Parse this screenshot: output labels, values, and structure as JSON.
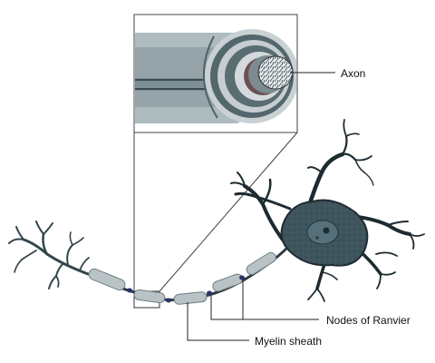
{
  "labels": {
    "axon": "Axon",
    "nodes": "Nodes of Ranvier",
    "myelin": "Myelin sheath"
  },
  "colors": {
    "neuron_body": "#3f555d",
    "neuron_outline": "#1d2b31",
    "myelin": "#b9c3c6",
    "myelin_outline": "#6d7f85",
    "node": "#28346b",
    "inset_bg": "#aebbbf",
    "leader_line": "#222222"
  }
}
